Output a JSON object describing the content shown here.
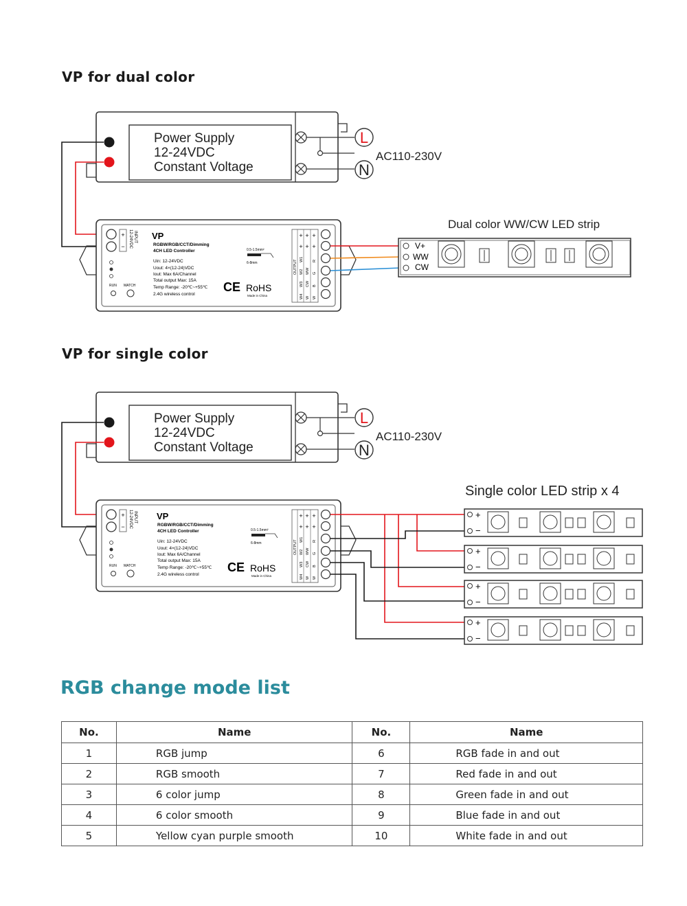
{
  "sections": {
    "dual_title": "VP for dual color",
    "single_title": "VP for single color",
    "mode_title": "RGB change mode list"
  },
  "power_supply": {
    "line1": "Power Supply",
    "line2": "12-24VDC",
    "line3": "Constant Voltage",
    "ac_label": "AC110-230V",
    "live": "L",
    "neutral": "N"
  },
  "controller": {
    "model": "VP",
    "subtitle1": "RGBW/RGB/CCT/Dimming",
    "subtitle2": "4CH LED Controller",
    "uin": "Uin: 12-24VDC",
    "uout": "Uout: 4×(12-24)VDC",
    "iout": "Iout: Max 6A/Channel",
    "total": "Total output Max: 15A",
    "temp": "Temp Range: -20℃~+55℃",
    "wireless": "2.4G wireless control",
    "wire_size": "0.5-1.5mm²",
    "strip_len": "6-8mm",
    "ce": "CE",
    "rohs": "RoHS",
    "made_in": "Made in China",
    "input_label": "INPUT",
    "input_voltage": "12-24VDC",
    "output_label": "OUTPUT",
    "run": "RUN",
    "match": "MATCH",
    "plus": "+",
    "minus": "−",
    "w_labels": [
      "W1",
      "W2",
      "W3",
      "W4"
    ],
    "ch_labels": [
      "WW",
      "CW",
      "W"
    ],
    "rgb_labels": [
      "R",
      "G",
      "B",
      "W"
    ]
  },
  "dual_strip": {
    "title": "Dual color WW/CW LED strip",
    "v_plus": "V+",
    "ww": "WW",
    "cw": "CW"
  },
  "single_strip": {
    "title": "Single color LED strip x 4",
    "plus": "+",
    "minus": "−"
  },
  "wire_colors": {
    "black": "#1a1a1a",
    "red": "#e3151b",
    "orange": "#f08a1c",
    "blue": "#2a8fd6",
    "accent": "#2b8c9c"
  },
  "mode_table": {
    "headers": [
      "No.",
      "Name",
      "No.",
      "Name"
    ],
    "rows": [
      [
        "1",
        "RGB jump",
        "6",
        "RGB fade in and out"
      ],
      [
        "2",
        "RGB smooth",
        "7",
        "Red fade in and out"
      ],
      [
        "3",
        "6 color jump",
        "8",
        "Green fade in and out"
      ],
      [
        "4",
        "6 color smooth",
        "9",
        "Blue fade in and out"
      ],
      [
        "5",
        "Yellow cyan purple smooth",
        "10",
        "White fade in and out"
      ]
    ]
  }
}
